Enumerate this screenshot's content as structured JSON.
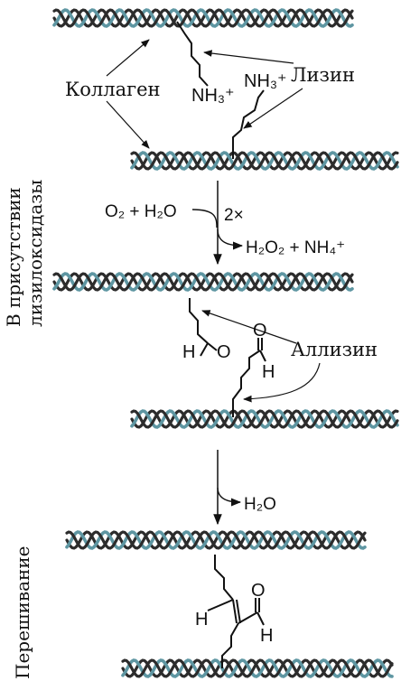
{
  "labels": {
    "collagen": "Коллаген",
    "lysine": "Лизин",
    "allysine": "Аллизин",
    "side_label_1": "В присутствии",
    "side_label_2": "лизилоксидазы",
    "side_label_crosslink": "Перешивание"
  },
  "chem": {
    "nh3_plus": "NH₃⁺",
    "oxygen": "O",
    "hydrogen": "H",
    "reactants": "O₂ + H₂O",
    "times_two": "2×",
    "products": "H₂O₂ + NH₄⁺",
    "water": "H₂O"
  },
  "colors": {
    "helix_dark": "#2c2c2c",
    "helix_teal": "#5e96a2",
    "ink": "#111111"
  }
}
